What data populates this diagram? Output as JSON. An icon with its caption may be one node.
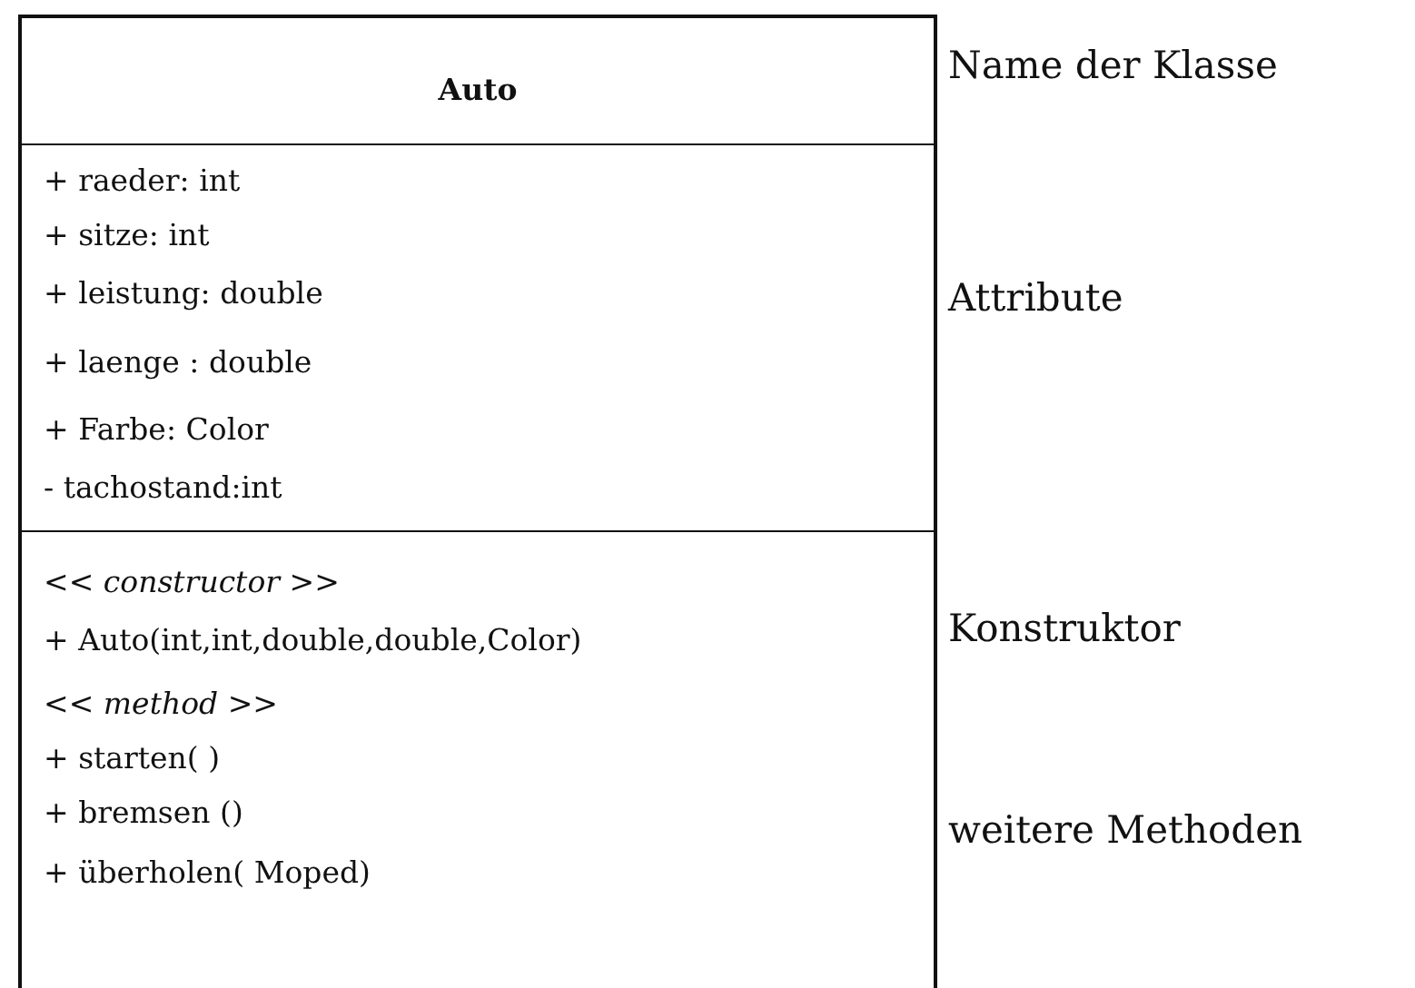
{
  "diagram": {
    "nodes": [
      {
        "text": [],
        "shape": "box"
      },
      {
        "text": [
          "Auto"
        ],
        "in": 0
      },
      {
        "text": [
          "+ raeder: int",
          "+ sitze: int",
          "+ leistung: double",
          "+ laenge : double",
          "+ Farbe: Color",
          "- tachostand:int"
        ],
        "in": 0
      },
      {
        "text": [
          "<< *constructor* >>",
          "+ Auto(int,int,double,double,Color)",
          "<< *method* >>",
          "+ starten( )",
          "+ bremsen ()",
          "+ überholen( Moped)"
        ],
        "in": 0
      }
    ],
    "labels": [
      "Name der Klasse",
      "Attribute",
      "Konstruktor",
      "weitere Methoden"
    ]
  }
}
